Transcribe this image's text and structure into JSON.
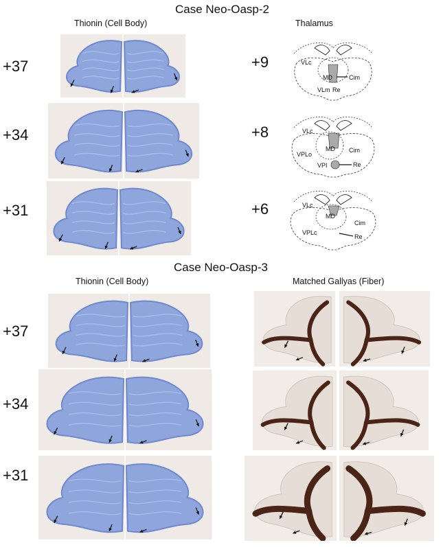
{
  "case_top": {
    "title": "Case Neo-Oasp-2",
    "left_column_title": "Thionin (Cell Body)",
    "right_column_title": "Thalamus",
    "rows": [
      {
        "level": "+37"
      },
      {
        "level": "+34"
      },
      {
        "level": "+31"
      }
    ],
    "thalamus_levels": [
      {
        "level": "+9",
        "labels": [
          "VLc",
          "MD",
          "Cim",
          "VLm",
          "Re"
        ]
      },
      {
        "level": "+8",
        "labels": [
          "VLc",
          "MD",
          "Cim",
          "VPLo",
          "VPI",
          "Re"
        ]
      },
      {
        "level": "+6",
        "labels": [
          "VLc",
          "MD",
          "Cim",
          "VPLc",
          "Re"
        ]
      }
    ]
  },
  "case_bottom": {
    "title": "Case Neo-Oasp-3",
    "left_column_title": "Thionin (Cell Body)",
    "right_column_title": "Matched Gallyas (Fiber)",
    "rows": [
      {
        "level": "+37"
      },
      {
        "level": "+34"
      },
      {
        "level": "+31"
      }
    ]
  },
  "colors": {
    "thionin_bg": "#efeae6",
    "thionin_tissue": "#8fa6dc",
    "thionin_cortex": "#6f88cf",
    "gallyas_bg": "#f1ece8",
    "gallyas_tissue": "#e6ddd6",
    "gallyas_fiber": "#4a2416"
  }
}
